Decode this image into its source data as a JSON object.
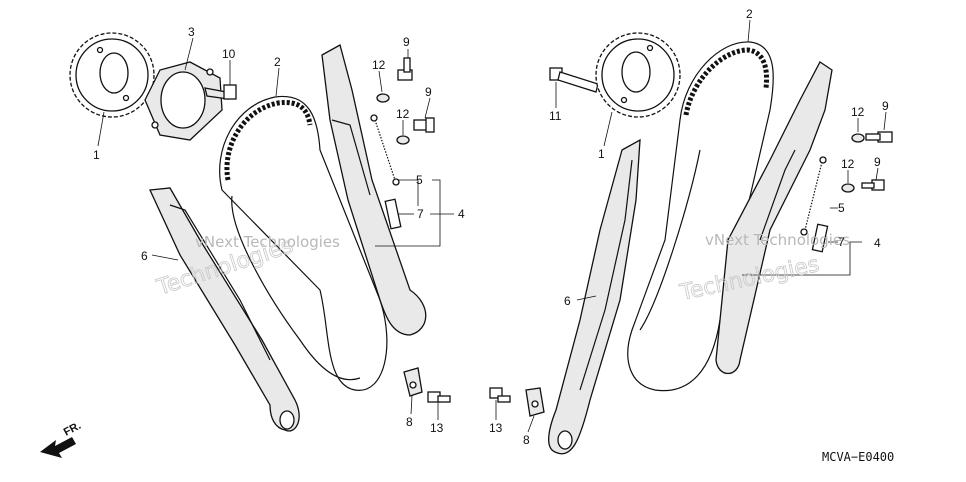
{
  "diagram": {
    "diagram_code": "MCVA−E0400",
    "direction_label": "FR.",
    "watermark": {
      "line1": "vNext Technologies",
      "line2": "Technologies"
    },
    "callouts": {
      "left": {
        "c1": "1",
        "c2": "2",
        "c3": "3",
        "c4": "4",
        "c5": "5",
        "c6": "6",
        "c7": "7",
        "c8": "8",
        "c9a": "9",
        "c9b": "9",
        "c10": "10",
        "c12a": "12",
        "c12b": "12",
        "c13": "13"
      },
      "right": {
        "c1": "1",
        "c2": "2",
        "c4": "4",
        "c5": "5",
        "c6": "6",
        "c7": "7",
        "c8": "8",
        "c9a": "9",
        "c9b": "9",
        "c11": "11",
        "c12a": "12",
        "c12b": "12",
        "c13": "13"
      }
    }
  }
}
